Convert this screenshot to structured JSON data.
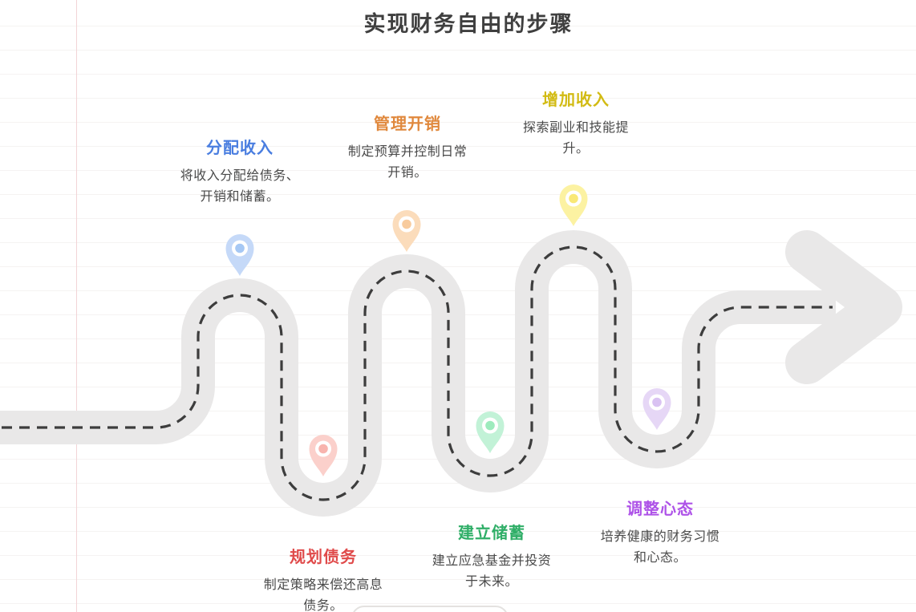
{
  "title": "实现财务自由的步骤",
  "colors": {
    "road": "#e9e8e8",
    "dash_line": "#3d3d3d",
    "title_color": "#3f3f3f",
    "ruled_line": "#f5f3f2",
    "margin_line": "#f2d4d6",
    "desc_text": "#4a4a4a"
  },
  "steps": [
    {
      "label": "分配收入",
      "desc": [
        "将收入分配给债务、",
        "开销和储蓄。"
      ],
      "label_color": "#4a7ee0",
      "pin_color": "#c5d9f8",
      "pin_dot_color": "#a6c8f4"
    },
    {
      "label": "管理开销",
      "desc": [
        "制定预算并控制日常",
        "开销。"
      ],
      "label_color": "#e0883c",
      "pin_color": "#fbdcbb",
      "pin_dot_color": "#f8cb9d"
    },
    {
      "label": "增加收入",
      "desc": [
        "探索副业和技能提",
        "升。"
      ],
      "label_color": "#d2bb14",
      "pin_color": "#fcf2a2",
      "pin_dot_color": "#f9e876"
    },
    {
      "label": "规划债务",
      "desc": [
        "制定策略来偿还高息",
        "债务。"
      ],
      "label_color": "#e04b4b",
      "pin_color": "#fbd0cb",
      "pin_dot_color": "#f8b4ae"
    },
    {
      "label": "建立储蓄",
      "desc": [
        "建立应急基金并投资",
        "于未来。"
      ],
      "label_color": "#2fae67",
      "pin_color": "#c2f2d7",
      "pin_dot_color": "#9debbd"
    },
    {
      "label": "调整心态",
      "desc": [
        "培养健康的财务习惯",
        "和心态。"
      ],
      "label_color": "#ae53e8",
      "pin_color": "#e6d7f6",
      "pin_dot_color": "#d9c2f2"
    }
  ]
}
